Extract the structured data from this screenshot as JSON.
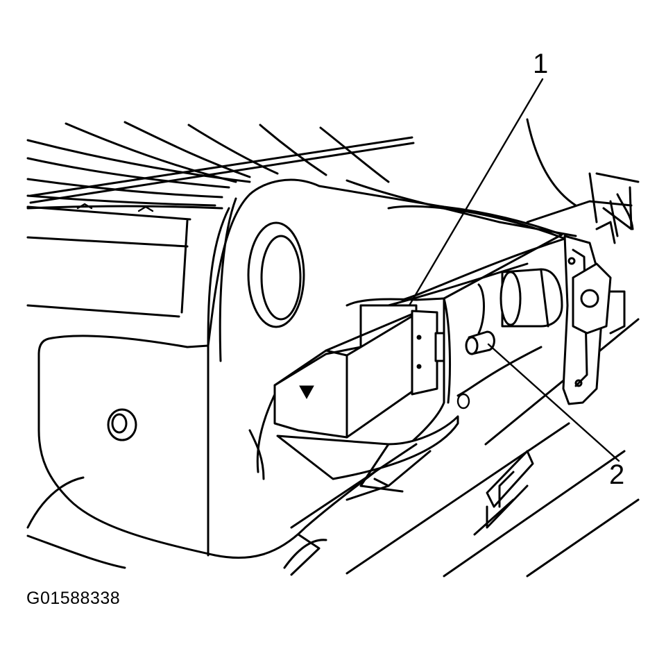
{
  "callouts": [
    {
      "id": "1"
    },
    {
      "id": "2"
    }
  ],
  "figure_id": "G01588338",
  "colors": {
    "ink": "#000000",
    "paper": "#ffffff"
  }
}
